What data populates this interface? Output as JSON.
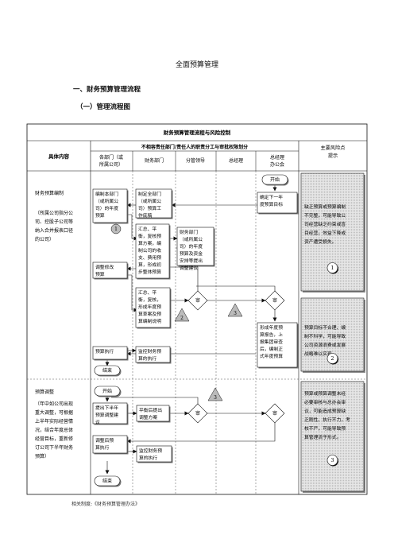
{
  "page": {
    "title": "全面预算管理",
    "heading1": "一、财务预算管理流程",
    "heading2": "（一）管理流程图",
    "footer": "相关制度:《财务预算管理办法》"
  },
  "table": {
    "title": "财务预算管理流程与风险控制",
    "col_content": "具体内容",
    "group_header": "不相容责任部门/责任人的职责分工与审批权限划分",
    "col_risk": [
      "主要风险点",
      "提示"
    ],
    "dept_cols": [
      [
        "各部门（或",
        "所属公司）"
      ],
      [
        "财务部门"
      ],
      [
        "分管领导"
      ],
      [
        "总经理"
      ],
      [
        "总经理",
        "办公会"
      ]
    ]
  },
  "section1": {
    "label": "财务预算编制",
    "desc": [
      "（所属公司指分公",
      "司、控股子公司等",
      "纳入合并报表口径",
      "的公司）"
    ],
    "start": "开始",
    "box_goal": [
      "确定下一年",
      "度预算目标"
    ],
    "box_dept_plan": [
      "编制本部门",
      "（或所属公",
      "司）的年度",
      "预算"
    ],
    "box_fin_plan": [
      "制定全部门",
      "（或所属公",
      "司）预算工",
      "作底稿"
    ],
    "box_summary1": [
      "汇总、平",
      "衡，复核预",
      "算方案，编",
      "制公司的收",
      "支、费用预",
      "算，形成初",
      "步整体预算"
    ],
    "box_leader": [
      "财务部门",
      "（或所属公",
      "司）的年度",
      "预算及资金",
      "安排等提出",
      "调整建议"
    ],
    "box_adjust": [
      "调整修改",
      "预算"
    ],
    "box_summary2": [
      "汇总、平",
      "衡，复核，",
      "形成年度预",
      "算草案及预",
      "算编制说明"
    ],
    "approve1": "审",
    "approve2": "审",
    "box_final": [
      "形成年度预",
      "算报告，上",
      "报集团审查",
      "后，编制正",
      "式年度预算"
    ],
    "box_exec": [
      "预算执行"
    ],
    "box_control": [
      "监控财务预",
      "算的执行"
    ],
    "end": "结束"
  },
  "section2": {
    "label": "预算调整",
    "desc": [
      "（年中如公司出现",
      "重大调整，可根据",
      "上半年实际经营情",
      "况，结合年度总体",
      "经营目标，重新修",
      "订公司下半年财务",
      "预算）"
    ],
    "start": "开始",
    "box_request": [
      "提出下半年",
      "预算调整建",
      "议"
    ],
    "box_balance": [
      "平衡后提出",
      "调整方案"
    ],
    "approve1": "审",
    "approve2": "审",
    "box_exec": [
      "调整后预",
      "算执行"
    ],
    "box_control": [
      "监控财务预",
      "算的执行"
    ],
    "end": "结束"
  },
  "risks": [
    {
      "num": "1",
      "text": [
        "缺乏预算或预算编制",
        "不完整，可能导致公",
        "司经营缺乏约束或盲",
        "目经营，效益下降或",
        "资产遭受损失。"
      ]
    },
    {
      "num": "2",
      "text": [
        "预算目标不合理、编",
        "制不科学，可能导致",
        "公司资源浪费或发展",
        "战略难以实现。"
      ]
    },
    {
      "num": "3",
      "text": [
        "预算或预算调整未经",
        "必要审核与总办会审",
        "议，可能造成预算缺",
        "乏刚性、执行不力，考",
        "核不严，可能导致预",
        "算管理流于形式。"
      ]
    }
  ],
  "markers": [
    "1",
    "2",
    "3",
    "3"
  ]
}
